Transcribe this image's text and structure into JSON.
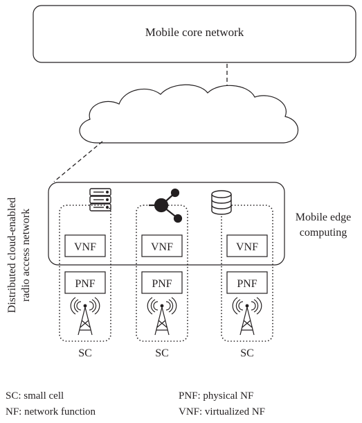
{
  "core": {
    "label": "Mobile core network"
  },
  "side_label": {
    "line1": "Distributed cloud-enabled",
    "line2": "radio access network"
  },
  "mec": {
    "line1": "Mobile edge",
    "line2": "computing"
  },
  "columns": [
    {
      "vnf": "VNF",
      "pnf": "PNF",
      "sc": "SC",
      "icon": "server-stack-icon"
    },
    {
      "vnf": "VNF",
      "pnf": "PNF",
      "sc": "SC",
      "icon": "share-network-icon"
    },
    {
      "vnf": "VNF",
      "pnf": "PNF",
      "sc": "SC",
      "icon": "database-icon"
    }
  ],
  "legend": {
    "sc": "SC: small cell",
    "nf": "NF: network function",
    "pnf": "PNF: physical NF",
    "vnf": "VNF: virtualized NF"
  },
  "icons": {
    "cloud": "cloud-icon",
    "tower": "antenna-tower-icon"
  }
}
